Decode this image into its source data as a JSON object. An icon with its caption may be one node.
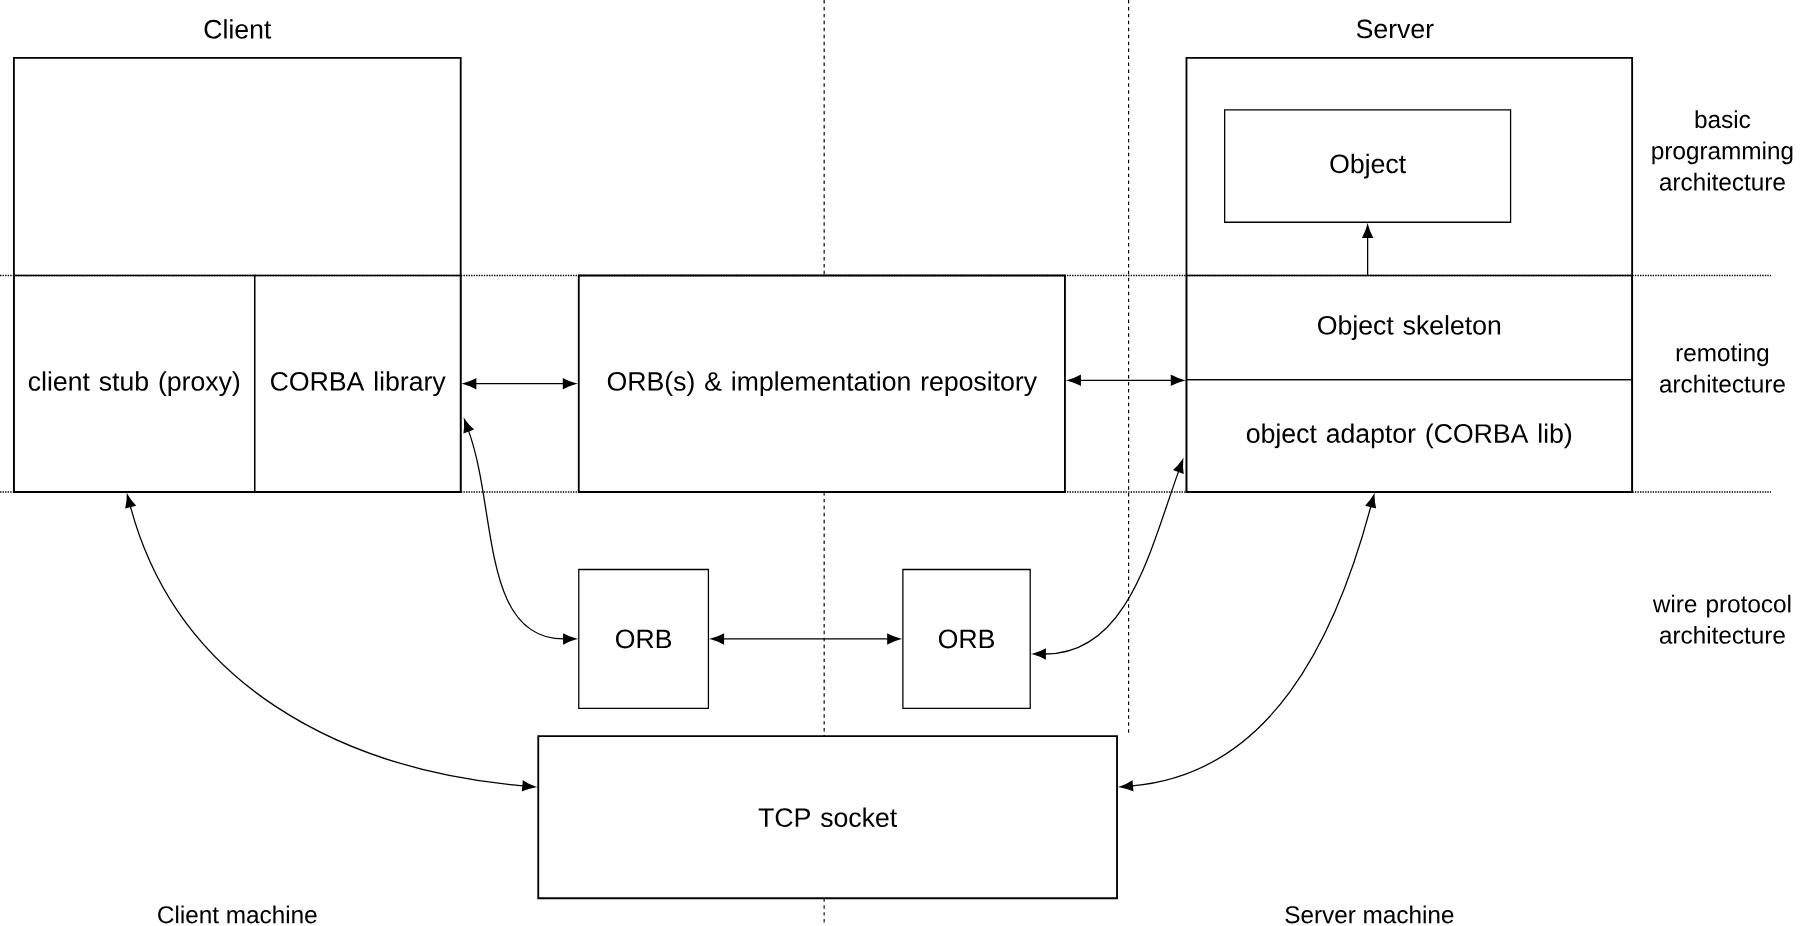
{
  "diagram": {
    "nodes": [
      {
        "text": [
          "Client"
        ]
      },
      {
        "text": [
          "client stub (proxy)"
        ],
        "in": 0
      },
      {
        "text": [
          "CORBA library"
        ],
        "in": 0
      },
      {
        "text": [
          "ORB(s) & implementation repository"
        ]
      },
      {
        "text": [
          "Server"
        ]
      },
      {
        "text": [
          "Object"
        ],
        "in": 4
      },
      {
        "text": [
          "Object skeleton"
        ],
        "in": 4
      },
      {
        "text": [
          "object adaptor (CORBA lib)"
        ],
        "in": 4
      },
      {
        "text": [
          "ORB"
        ]
      },
      {
        "text": [
          "ORB"
        ]
      },
      {
        "text": [
          "TCP socket"
        ]
      }
    ],
    "edges": [
      {
        "from": 6,
        "to": 5,
        "arrow": "to"
      },
      {
        "from": 2,
        "to": 3,
        "arrow": "both"
      },
      {
        "from": 3,
        "to": 6,
        "arrow": "both"
      },
      {
        "from": 2,
        "to": 8,
        "arrow": "both"
      },
      {
        "from": 7,
        "to": 9,
        "arrow": "both"
      },
      {
        "from": 8,
        "to": 9,
        "arrow": "both"
      },
      {
        "from": 1,
        "to": 10,
        "arrow": "both"
      },
      {
        "from": 7,
        "to": 10,
        "arrow": "both"
      }
    ],
    "labels": [
      "basic programming architecture",
      "remoting architecture",
      "wire protocol architecture",
      "Client machine",
      "Server machine"
    ]
  }
}
